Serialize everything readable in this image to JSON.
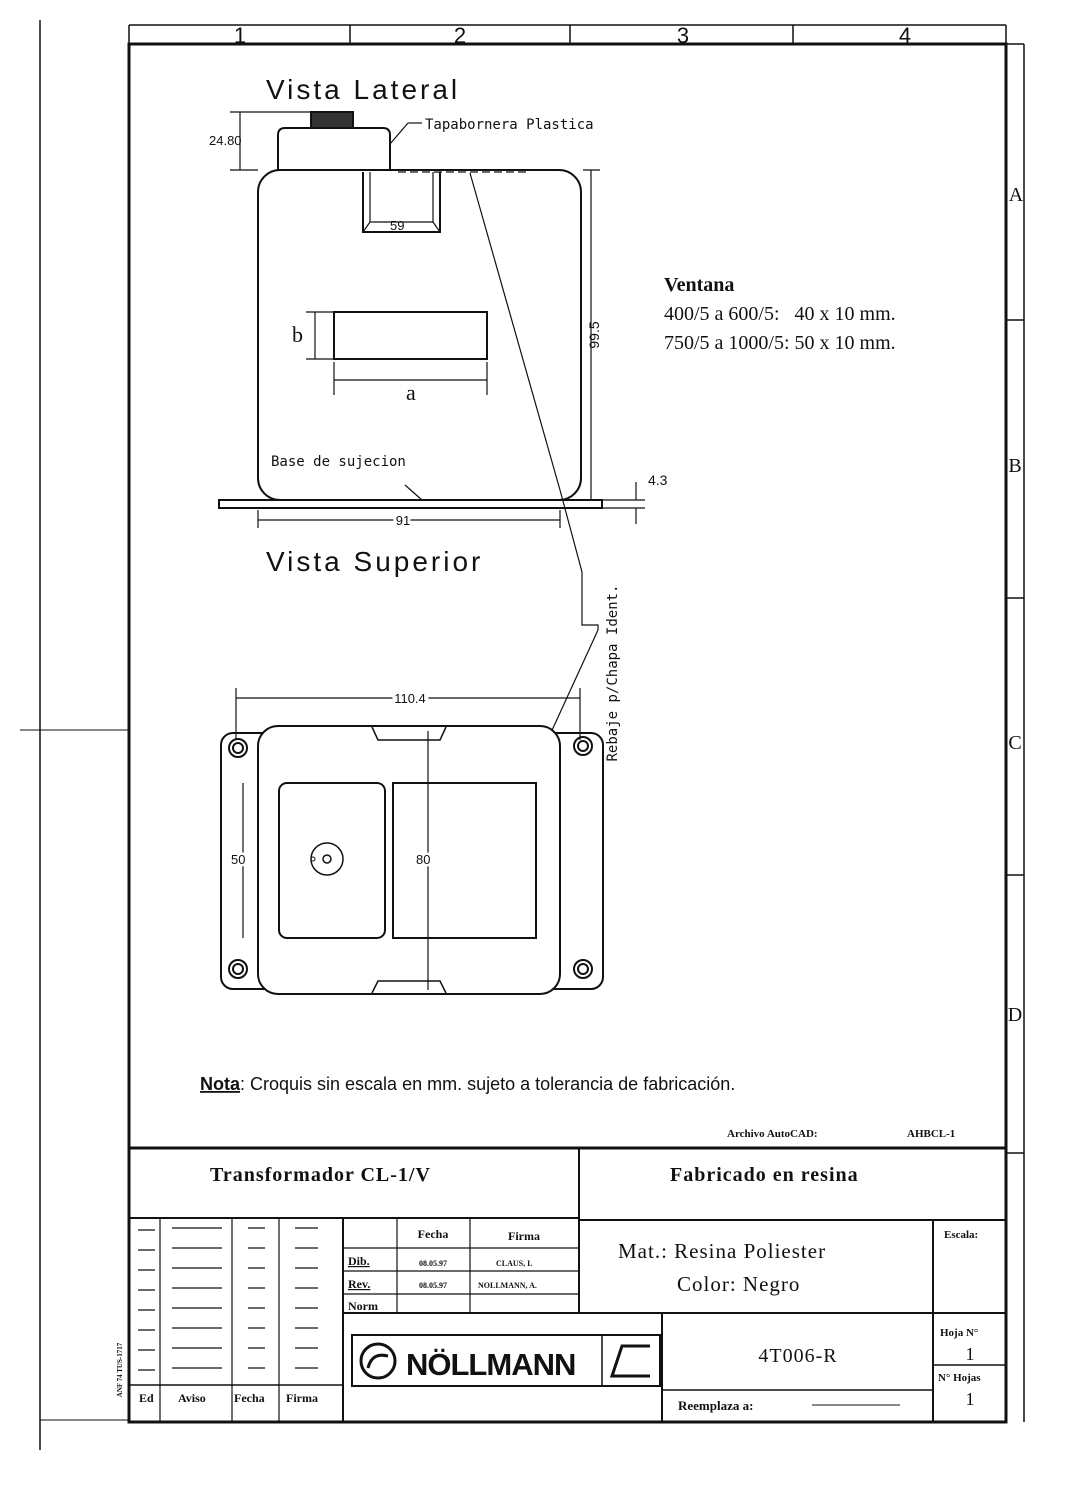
{
  "frame": {
    "columns": [
      "1",
      "2",
      "3",
      "4"
    ],
    "rows": [
      "A",
      "B",
      "C",
      "D"
    ]
  },
  "side_view": {
    "title": "Vista Lateral",
    "cap_label": "Tapabornera Plastica",
    "dim_cap_height": "24.80",
    "dim_cap_width": "59",
    "dim_height": "99.5",
    "window_b": "b",
    "window_a": "a",
    "base_label": "Base de sujecion",
    "dim_base_thickness": "4.3",
    "dim_width": "91"
  },
  "top_view": {
    "title": "Vista Superior",
    "recess_label": "Rebaje p/Chapa Ident.",
    "dim_width": "110.4",
    "dim_left_height": "50",
    "dim_right_height": "80"
  },
  "window_spec": {
    "title": "Ventana",
    "line1": "400/5 a 600/5:   40 x 10 mm.",
    "line2": "750/5 a 1000/5: 50 x 10 mm."
  },
  "note": {
    "label": "Nota",
    "text": ": Croquis sin escala en mm. sujeto a tolerancia de fabricación."
  },
  "archive": {
    "label": "Archivo AutoCAD:",
    "value": "AHBCL-1"
  },
  "title_block": {
    "product": "Transformador CL-1/V",
    "manufacture": "Fabricado en resina",
    "col_fecha": "Fecha",
    "col_firma": "Firma",
    "row_dib": "Dib.",
    "row_rev": "Rev.",
    "row_norm": "Norm",
    "dib_fecha": "08.05.97",
    "dib_firma": "CLAUS, I.",
    "rev_fecha": "08.05.97",
    "rev_firma": "NOLLMANN, A.",
    "material": "Mat.: Resina Poliester",
    "color": "Color: Negro",
    "escala_label": "Escala:",
    "hoja_label": "Hoja N°",
    "hoja_value": "1",
    "hojas_label": "N° Hojas",
    "hojas_value": "1",
    "drawing_number": "4T006-R",
    "replaces_label": "Reemplaza a:",
    "brand": "NÖLLMANN",
    "rev_headers": [
      "Ed",
      "Aviso",
      "Fecha",
      "Firma"
    ],
    "side_code": "ANF 74 TUS-1717"
  }
}
